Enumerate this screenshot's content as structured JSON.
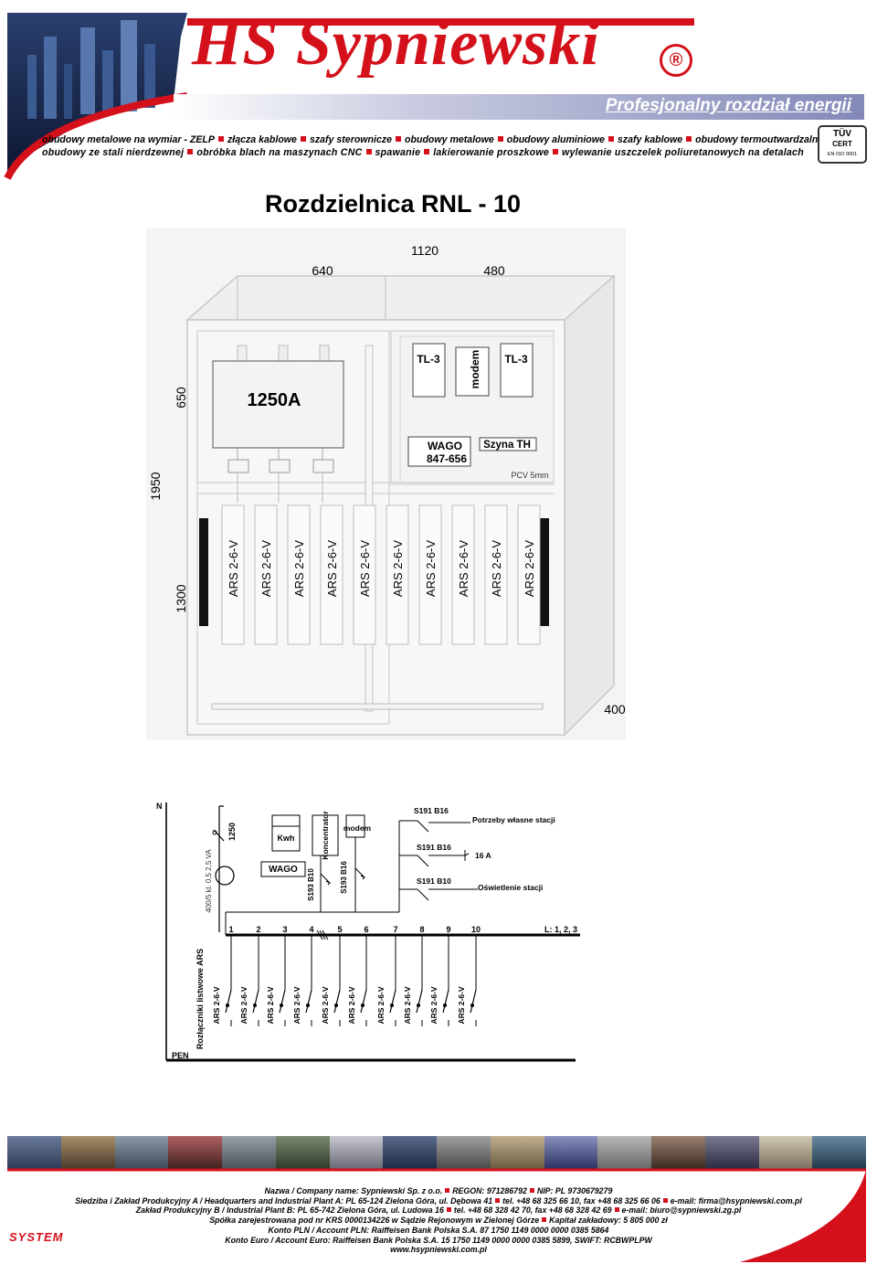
{
  "header": {
    "brand": "HS Sypniewski",
    "registered": "®",
    "tagline": "Profesjonalny rozdział energii",
    "services_line1": [
      "obudowy metalowe na wymiar - ZELP",
      "złącza kablowe",
      "szafy sterownicze",
      "obudowy metalowe",
      "obudowy aluminiowe",
      "szafy kablowe",
      "obudowy termoutwardzalne"
    ],
    "services_line2": [
      "obudowy ze stali nierdzewnej",
      "obróbka blach na maszynach CNC",
      "spawanie",
      "lakierowanie proszkowe",
      "wylewanie uszczelek poliuretanowych na detalach"
    ],
    "cert": {
      "line1": "TÜV",
      "line2": "CERT",
      "line3": "EN ISO 9001"
    }
  },
  "title": "Rozdzielnica RNL - 10",
  "cabinet": {
    "dim_width": "1120",
    "dim_left": "640",
    "dim_right": "480",
    "dim_height": "1950",
    "dim_top_section": "650",
    "dim_bottom_section": "1300",
    "dim_depth": "400",
    "breaker_label": "1250A",
    "tl3_left": "TL-3",
    "modem": "modem",
    "tl3_right": "TL-3",
    "wago": "WAGO",
    "wago_part": "847-656",
    "szyna": "Szyna TH",
    "pcv": "PCV 5mm",
    "ars_modules": [
      "ARS 2-6-V",
      "ARS 2-6-V",
      "ARS 2-6-V",
      "ARS 2-6-V",
      "ARS 2-6-V",
      "ARS 2-6-V",
      "ARS 2-6-V",
      "ARS 2-6-V",
      "ARS 2-6-V",
      "ARS 2-6-V"
    ]
  },
  "schematic": {
    "n": "N",
    "pen": "PEN",
    "main": "1250",
    "ct": "400/5 kl. 0,5 2,5 VA",
    "kwh": "Kwh",
    "wago": "WAGO",
    "koncentrator": "Koncentrator",
    "modem": "modem",
    "s193_b10": "S193 B10",
    "s193_b16": "S193 B16",
    "s191_b16_a": "S191 B16",
    "potrzeby": "Potrzeby własne stacji",
    "s191_b16_b": "S191 B16",
    "socket": "16 A",
    "s191_b10": "S191 B10",
    "oswietlenie": "Oświetlenie stacji",
    "bus_numbers": [
      "1",
      "2",
      "3",
      "4",
      "5",
      "6",
      "7",
      "8",
      "9",
      "10"
    ],
    "phases": "L: 1, 2, 3",
    "ars_group": "Rozłączniki listwowe ARS",
    "ars_items": [
      "ARS 2-6-V",
      "ARS 2-6-V",
      "ARS 2-6-V",
      "ARS 2-6-V",
      "ARS 2-6-V",
      "ARS 2-6-V",
      "ARS 2-6-V",
      "ARS 2-6-V",
      "ARS 2-6-V",
      "ARS 2-6-V"
    ]
  },
  "footer": {
    "line1a": "Nazwa / Company name: Sypniewski Sp. z o.o.",
    "line1b": "REGON: 971286792",
    "line1c": "NIP: PL 9730679279",
    "line2a": "Siedziba i Zakład Produkcyjny A / Headquarters and Industrial Plant A: PL 65-124 Zielona Góra, ul. Dębowa 41",
    "line2b": "tel. +48 68 325 66 10, fax +48 68 325 66 06",
    "line2c": "e-mail: firma@hsypniewski.com.pl",
    "line3a": "Zakład Produkcyjny B / Industrial Plant B: PL 65-742 Zielona Góra, ul. Ludowa 16",
    "line3b": "tel. +48 68 328 42 70, fax +48 68 328 42 69",
    "line3c": "e-mail: biuro@sypniewski.zg.pl",
    "line4a": "Spółka zarejestrowana pod nr KRS 0000134226 w Sądzie Rejonowym w Zielonej Górze",
    "line4b": "Kapitał zakładowy: 5 805 000 zł",
    "line5": "Konto PLN / Account PLN: Raiffeisen Bank Polska S.A. 87 1750 1149 0000 0000 0385 5864",
    "line6": "Konto Euro / Account Euro: Raiffeisen Bank Polska S.A. 15 1750 1149 0000 0000 0385 5899, SWIFT: RCBWPLPW",
    "line7": "www.hsypniewski.com.pl",
    "system_logo": "SYSTEM"
  },
  "colors": {
    "brand_red": "#d4101b",
    "tagline_blue": "#8388b8"
  }
}
